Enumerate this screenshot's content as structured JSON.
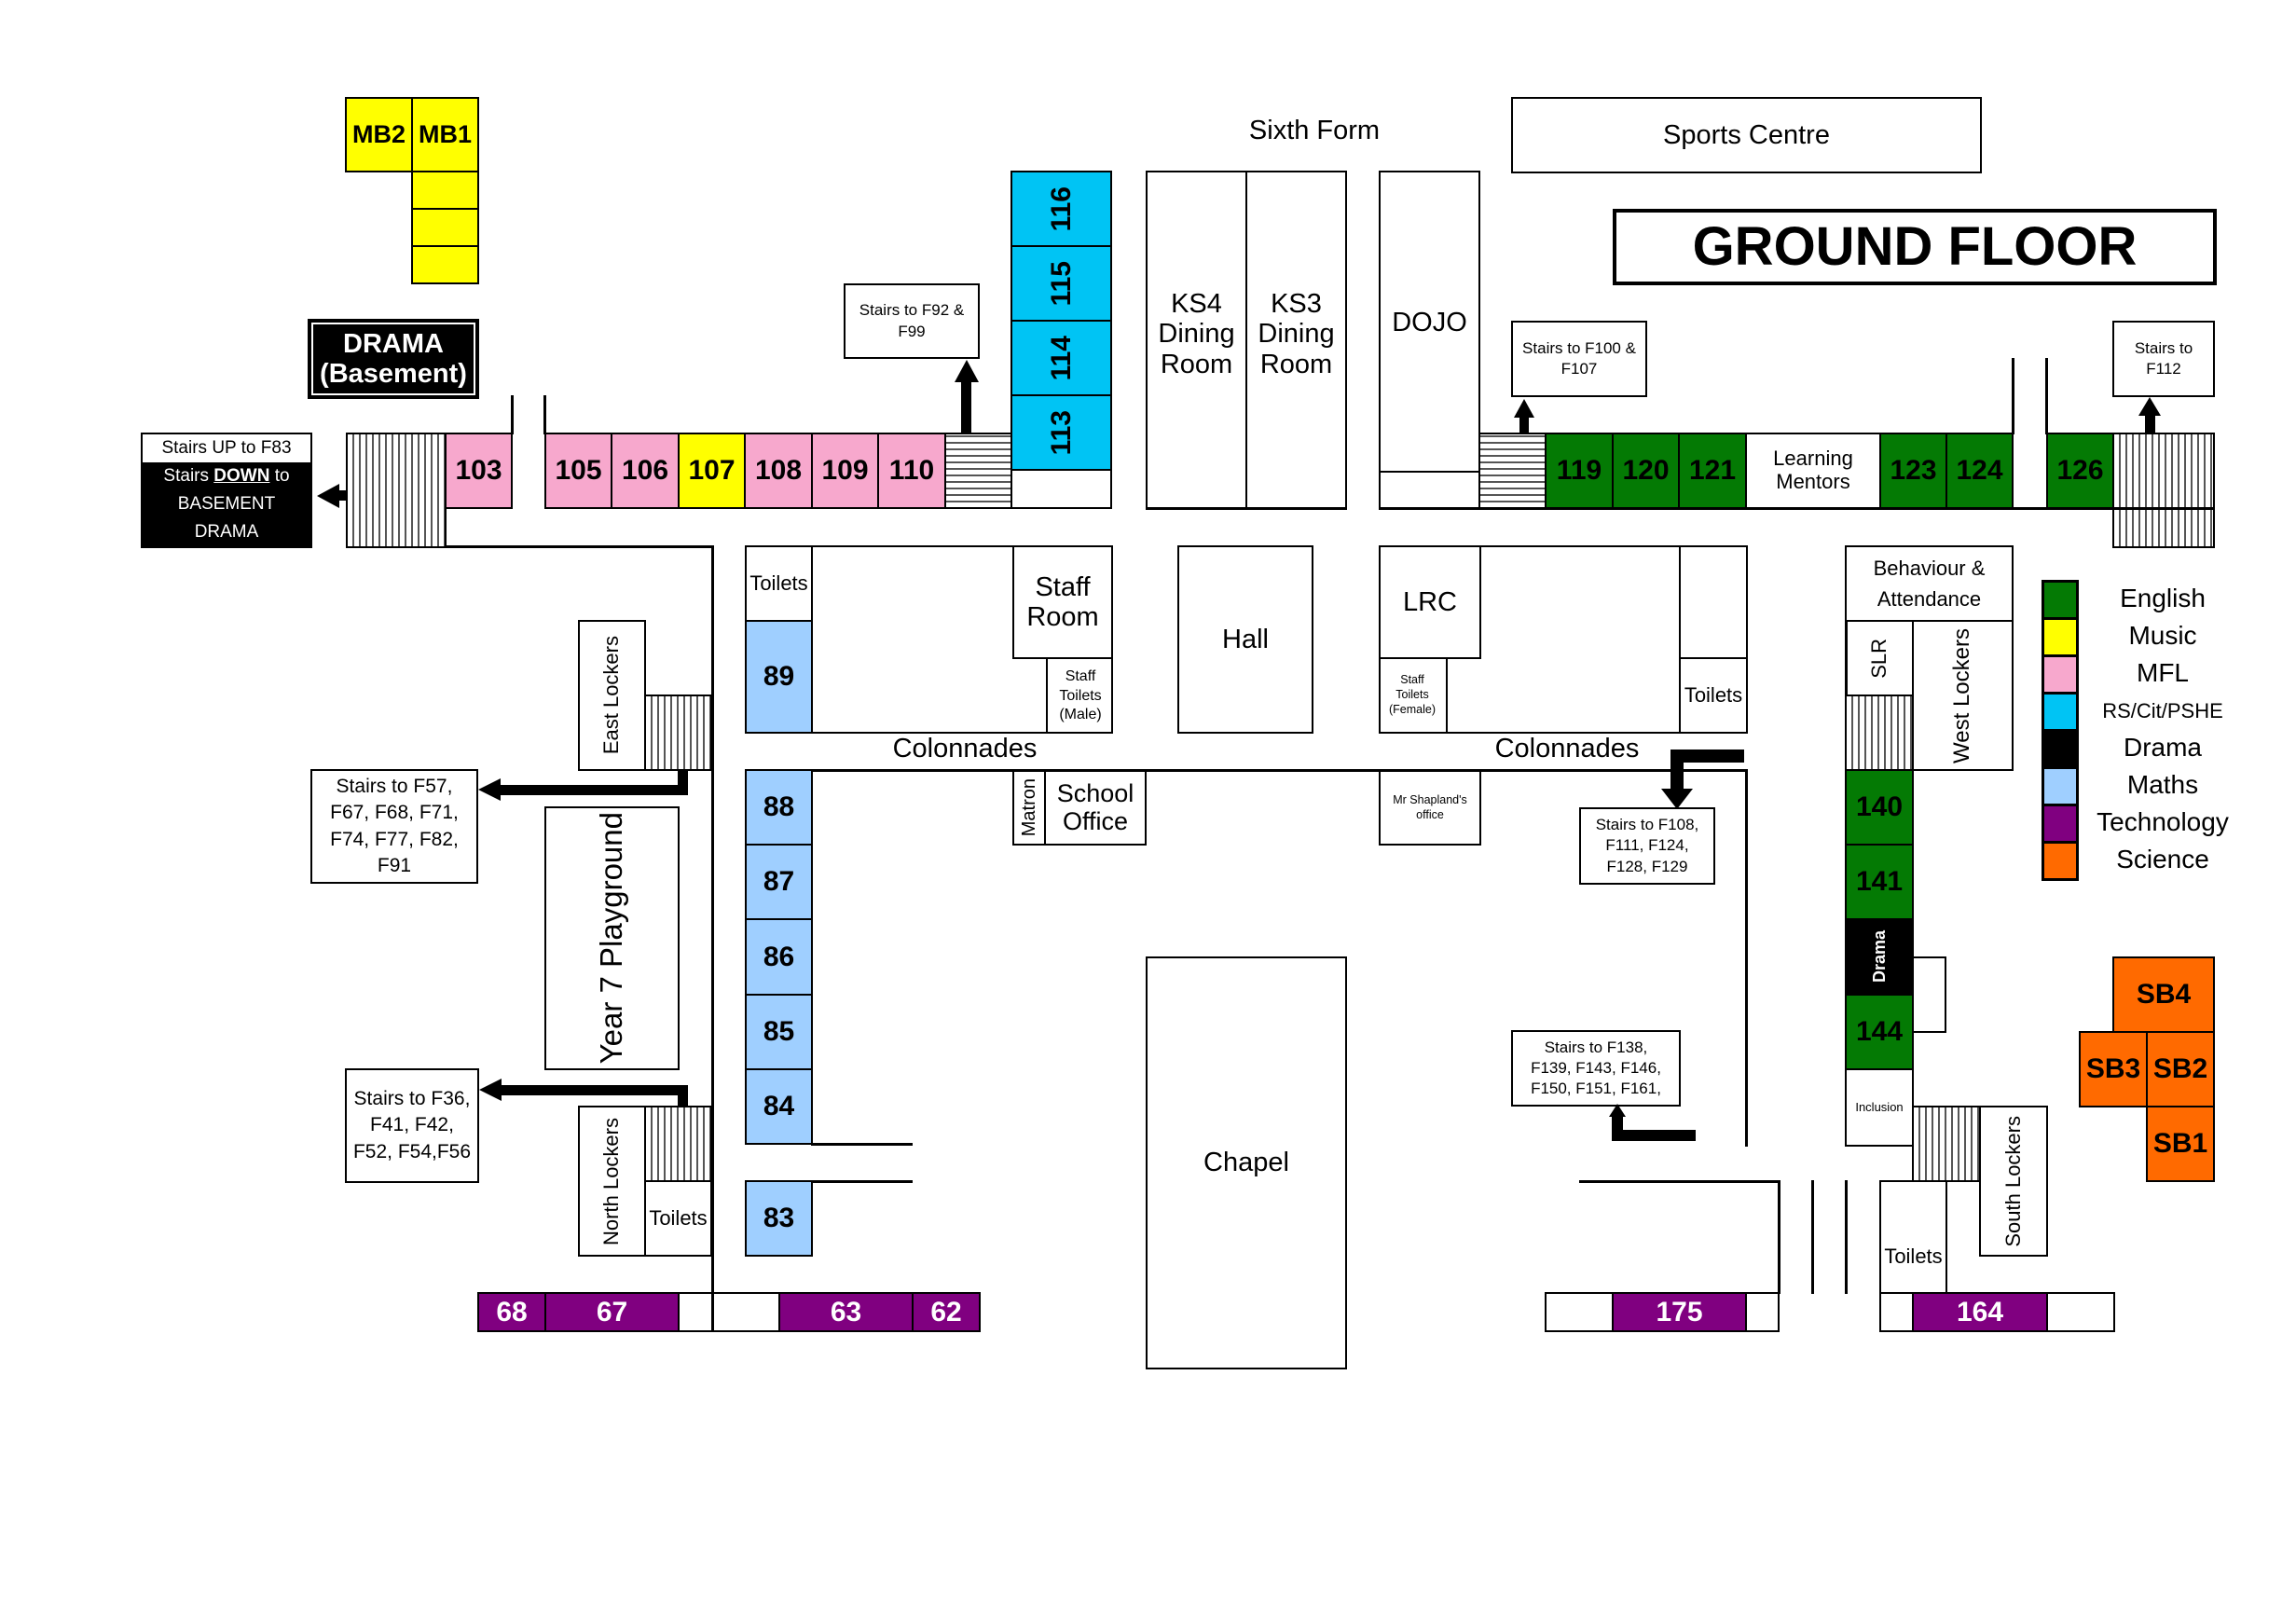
{
  "title": "GROUND FLOOR",
  "colors": {
    "english": "#047a04",
    "music": "#ffff00",
    "mfl": "#f7a8cd",
    "rs": "#00c4f4",
    "drama": "#000000",
    "maths": "#9fcfff",
    "technology": "#800080",
    "science": "#ff6a00"
  },
  "music_block": [
    "MB2",
    "MB1"
  ],
  "drama_basement": [
    "DRAMA",
    "(Basement)"
  ],
  "stairs_labels": {
    "f83_line1": "Stairs UP to F83",
    "f83_line2a": "Stairs ",
    "f83_line2b": "DOWN",
    "f83_line2c": " to",
    "f83_line3": "BASEMENT",
    "f83_line4": "DRAMA",
    "f92": "Stairs to F92 & F99",
    "f100": "Stairs to F100 & F107",
    "f112": "Stairs to F112",
    "f57": "Stairs to F57, F67, F68, F71, F74, F77, F82, F91",
    "f36": "Stairs to F36, F41, F42, F52, F54,F56",
    "f108": "Stairs to F108, F111, F124, F128, F129",
    "f138": "Stairs to F138, F139, F143, F146, F150, F151, F161,"
  },
  "rooms": {
    "r103": "103",
    "r105": "105",
    "r106": "106",
    "r107": "107",
    "r108": "108",
    "r109": "109",
    "r110": "110",
    "r113": "113",
    "r114": "114",
    "r115": "115",
    "r116": "116",
    "r119": "119",
    "r120": "120",
    "r121": "121",
    "r123": "123",
    "r124": "124",
    "r126": "126",
    "r89": "89",
    "r88": "88",
    "r87": "87",
    "r86": "86",
    "r85": "85",
    "r84": "84",
    "r83": "83",
    "r140": "140",
    "r141": "141",
    "r144": "144",
    "r68": "68",
    "r67": "67",
    "r63": "63",
    "r62": "62",
    "r175": "175",
    "r164": "164",
    "sb1": "SB1",
    "sb2": "SB2",
    "sb3": "SB3",
    "sb4": "SB4"
  },
  "areas": {
    "sixth_form": "Sixth Form",
    "sports_centre": "Sports Centre",
    "ks4": "KS4 Dining Room",
    "ks3": "KS3 Dining Room",
    "dojo": "DOJO",
    "learning_mentors": "Learning Mentors",
    "toilets": "Toilets",
    "staff_room": "Staff Room",
    "staff_toilets_male": "Staff Toilets (Male)",
    "hall": "Hall",
    "lrc": "LRC",
    "staff_toilets_female": "Staff Toilets (Female)",
    "behaviour": "Behaviour & Attendance",
    "slr": "SLR",
    "west_lockers": "West Lockers",
    "east_lockers": "East Lockers",
    "colonnades": "Colonnades",
    "matron": "Matron",
    "school_office": "School Office",
    "mr_shapland": "Mr Shapland's office",
    "year7": "Year 7 Playground",
    "drama_room": "Drama",
    "inclusion": "Inclusion",
    "north_lockers": "North Lockers",
    "south_lockers": "South Lockers",
    "chapel": "Chapel"
  },
  "legend": [
    {
      "label": "English",
      "color": "#047a04"
    },
    {
      "label": "Music",
      "color": "#ffff00"
    },
    {
      "label": "MFL",
      "color": "#f7a8cd"
    },
    {
      "label": "RS/Cit/PSHE",
      "color": "#00c4f4"
    },
    {
      "label": "Drama",
      "color": "#000000"
    },
    {
      "label": "Maths",
      "color": "#9fcfff"
    },
    {
      "label": "Technology",
      "color": "#800080"
    },
    {
      "label": "Science",
      "color": "#ff6a00"
    }
  ]
}
